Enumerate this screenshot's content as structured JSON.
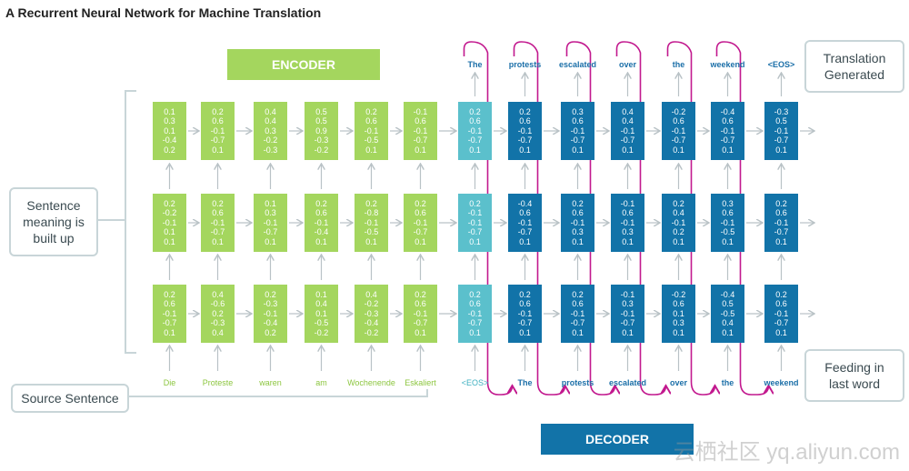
{
  "title": "A Recurrent Neural Network for Machine Translation",
  "encoder_label": "ENCODER",
  "decoder_label": "DECODER",
  "side_labels": {
    "sentence_meaning": "Sentence meaning is built up",
    "source_sentence": "Source Sentence",
    "translation_generated": "Translation Generated",
    "feeding": "Feeding in last word"
  },
  "source_words": [
    "Die",
    "Proteste",
    "waren",
    "am",
    "Wochenende",
    "Eskaliert"
  ],
  "decoder_inputs": [
    "<EOS>",
    "The",
    "protests",
    "escalated",
    "over",
    "the",
    "weekend"
  ],
  "decoder_outputs": [
    "The",
    "protests",
    "escalated",
    "over",
    "the",
    "weekend",
    "<EOS>"
  ],
  "encoder_cells": [
    [
      [
        "0.1",
        "0.3",
        "0.1",
        "-0.4",
        "0.2"
      ],
      [
        "0.2",
        "-0.2",
        "-0.1",
        "0.1",
        "0.1"
      ],
      [
        "0.2",
        "0.6",
        "-0.1",
        "-0.7",
        "0.1"
      ]
    ],
    [
      [
        "0.2",
        "0.6",
        "-0.1",
        "-0.7",
        "0.1"
      ],
      [
        "0.2",
        "0.6",
        "-0.1",
        "-0.7",
        "0.1"
      ],
      [
        "0.4",
        "-0.6",
        "0.2",
        "-0.3",
        "0.4"
      ]
    ],
    [
      [
        "0.4",
        "0.4",
        "0.3",
        "-0.2",
        "-0.3"
      ],
      [
        "0.1",
        "0.3",
        "-0.1",
        "-0.7",
        "0.1"
      ],
      [
        "0.2",
        "-0.3",
        "-0.1",
        "-0.4",
        "0.2"
      ]
    ],
    [
      [
        "0.5",
        "0.5",
        "0.9",
        "-0.3",
        "-0.2"
      ],
      [
        "0.2",
        "0.6",
        "-0.1",
        "-0.4",
        "0.1"
      ],
      [
        "0.1",
        "0.4",
        "0.1",
        "-0.5",
        "-0.2"
      ]
    ],
    [
      [
        "0.2",
        "0.6",
        "-0.1",
        "-0.5",
        "0.1"
      ],
      [
        "0.2",
        "-0.8",
        "-0.1",
        "-0.5",
        "0.1"
      ],
      [
        "0.4",
        "-0.2",
        "-0.3",
        "-0.4",
        "-0.2"
      ]
    ],
    [
      [
        "-0.1",
        "0.6",
        "-0.1",
        "-0.7",
        "0.1"
      ],
      [
        "0.2",
        "0.6",
        "-0.1",
        "-0.7",
        "0.1"
      ],
      [
        "0.2",
        "0.6",
        "-0.1",
        "-0.7",
        "0.1"
      ]
    ]
  ],
  "decoder_cells": [
    [
      [
        "0.2",
        "0.6",
        "-0.1",
        "-0.7",
        "0.1"
      ],
      [
        "0.2",
        "-0.1",
        "-0.1",
        "-0.7",
        "0.1"
      ],
      [
        "0.2",
        "0.6",
        "-0.1",
        "-0.7",
        "0.1"
      ]
    ],
    [
      [
        "0.2",
        "0.6",
        "-0.1",
        "-0.7",
        "0.1"
      ],
      [
        "-0.4",
        "0.6",
        "-0.1",
        "-0.7",
        "0.1"
      ],
      [
        "0.2",
        "0.6",
        "-0.1",
        "-0.7",
        "0.1"
      ]
    ],
    [
      [
        "0.3",
        "0.6",
        "-0.1",
        "-0.7",
        "0.1"
      ],
      [
        "0.2",
        "0.6",
        "-0.1",
        "0.3",
        "0.1"
      ],
      [
        "0.2",
        "0.6",
        "-0.1",
        "-0.7",
        "0.1"
      ]
    ],
    [
      [
        "0.4",
        "0.4",
        "-0.1",
        "-0.7",
        "0.1"
      ],
      [
        "-0.1",
        "0.6",
        "-0.1",
        "0.3",
        "0.1"
      ],
      [
        "-0.1",
        "0.3",
        "-0.1",
        "-0.7",
        "0.1"
      ]
    ],
    [
      [
        "-0.2",
        "0.6",
        "-0.1",
        "-0.7",
        "0.1"
      ],
      [
        "0.2",
        "0.4",
        "-0.1",
        "0.2",
        "0.1"
      ],
      [
        "-0.2",
        "0.6",
        "0.1",
        "0.3",
        "0.1"
      ]
    ],
    [
      [
        "-0.4",
        "0.6",
        "-0.1",
        "-0.7",
        "0.1"
      ],
      [
        "0.3",
        "0.6",
        "-0.1",
        "-0.5",
        "0.1"
      ],
      [
        "-0.4",
        "0.5",
        "-0.5",
        "0.4",
        "0.1"
      ]
    ],
    [
      [
        "-0.3",
        "0.5",
        "-0.1",
        "-0.7",
        "0.1"
      ],
      [
        "0.2",
        "0.6",
        "-0.1",
        "-0.7",
        "0.1"
      ],
      [
        "0.2",
        "0.6",
        "-0.1",
        "-0.7",
        "0.1"
      ]
    ]
  ],
  "watermark": "云栖社区 yq.aliyun.com",
  "colors": {
    "encoder": "#a4d65e",
    "decoder_start": "#5bc0cc",
    "decoder": "#1273a8",
    "feedback": "#c2188e",
    "arrow": "#b9c2c6"
  }
}
